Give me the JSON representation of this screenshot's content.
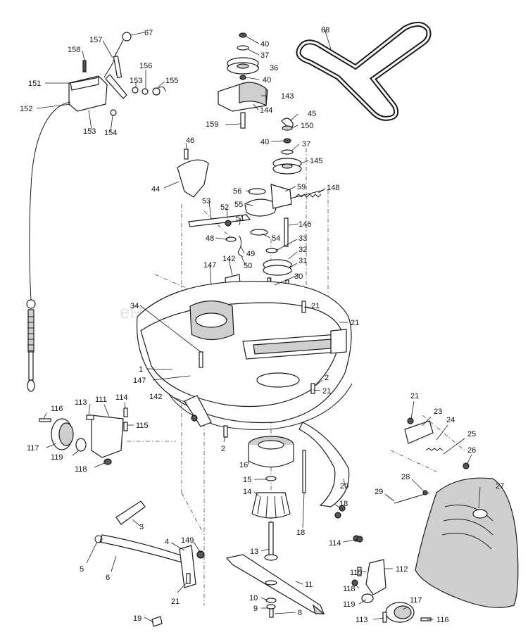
{
  "watermark": "eReplacementParts.com",
  "callouts": {
    "c1": "1",
    "c2a": "2",
    "c2b": "2",
    "c3": "3",
    "c4": "4",
    "c5": "5",
    "c6": "6",
    "c8": "8",
    "c9": "9",
    "c10": "10",
    "c11": "11",
    "c13": "13",
    "c14": "14",
    "c15": "15",
    "c16": "16",
    "c18a": "18",
    "c18b": "18",
    "c19": "19",
    "c20": "20",
    "c21a": "21",
    "c21b": "21",
    "c21c": "21",
    "c21d": "21",
    "c21e": "21",
    "c23": "23",
    "c24": "24",
    "c25": "25",
    "c26": "26",
    "c27": "27",
    "c28": "28",
    "c29": "29",
    "c30": "30",
    "c31": "31",
    "c32": "32",
    "c33": "33",
    "c34": "34",
    "c36": "36",
    "c37a": "37",
    "c37b": "37",
    "c40a": "40",
    "c40b": "40",
    "c40c": "40",
    "c44": "44",
    "c45": "45",
    "c46": "46",
    "c48": "48",
    "c49": "49",
    "c50": "50",
    "c51": "51",
    "c52": "52",
    "c53": "53",
    "c54": "54",
    "c55": "55",
    "c56": "56",
    "c59": "59",
    "c67": "67",
    "c68": "68",
    "c111": "111",
    "c112": "112",
    "c113a": "113",
    "c113b": "113",
    "c114a": "114",
    "c114b": "114",
    "c115a": "115",
    "c115b": "115",
    "c116a": "116",
    "c116b": "116",
    "c117a": "117",
    "c117b": "117",
    "c118a": "118",
    "c118b": "118",
    "c119a": "119",
    "c119b": "119",
    "c142a": "142",
    "c142b": "142",
    "c143": "143",
    "c144": "144",
    "c145": "145",
    "c146": "146",
    "c147a": "147",
    "c147b": "147",
    "c148": "148",
    "c149": "149",
    "c150": "150",
    "c151": "151",
    "c152": "152",
    "c153a": "153",
    "c153b": "153",
    "c154": "154",
    "c155": "155",
    "c156": "156",
    "c157": "157",
    "c158": "158",
    "c159": "159"
  }
}
